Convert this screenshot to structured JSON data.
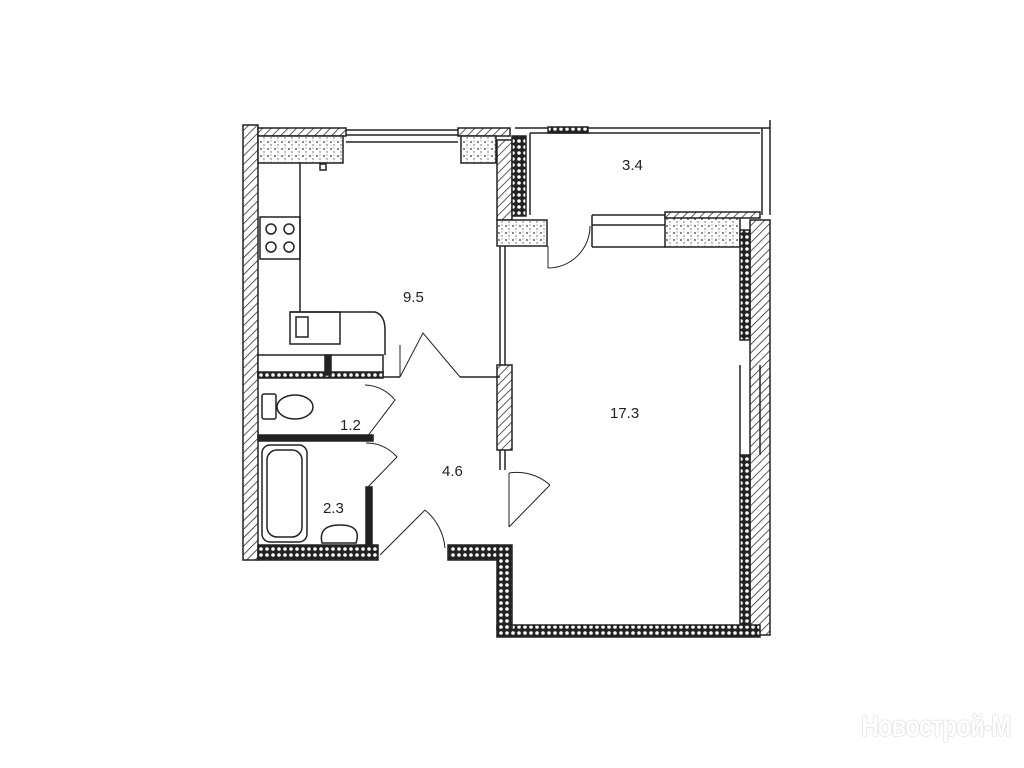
{
  "plan": {
    "rooms": [
      {
        "name": "kitchen",
        "area": "9.5"
      },
      {
        "name": "living-room",
        "area": "17.3"
      },
      {
        "name": "hallway",
        "area": "4.6"
      },
      {
        "name": "toilet",
        "area": "1.2"
      },
      {
        "name": "bathroom",
        "area": "2.3"
      },
      {
        "name": "balcony",
        "area": "3.4"
      }
    ]
  },
  "watermark": "Новострой-М",
  "colors": {
    "line": "#222222",
    "background": "#ffffff"
  }
}
